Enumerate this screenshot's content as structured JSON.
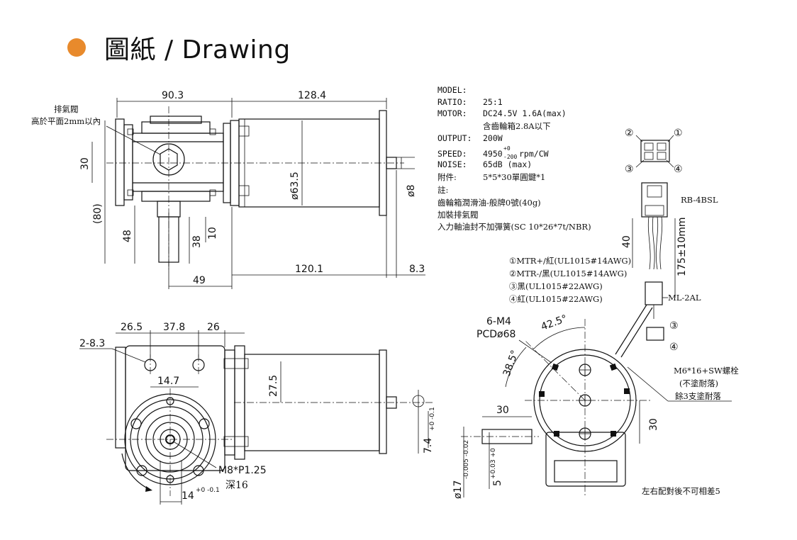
{
  "header": {
    "title": "圖紙 / Drawing",
    "bullet_color": "#e88a2c"
  },
  "specs": {
    "model": "MODEL:",
    "ratio_label": "RATIO:",
    "ratio_value": "25:1",
    "motor_label": "MOTOR:",
    "motor_value": "DC24.5V  1.6A(max)",
    "motor_value2": "含齒輪箱2.8A以下",
    "output_label": "OUTPUT:",
    "output_value": "200W",
    "speed_label": "SPEED:",
    "speed_value": "4950",
    "speed_tol_up": "+0",
    "speed_tol_down": "-200",
    "speed_unit": "rpm/CW",
    "noise_label": "NOISE:",
    "noise_value": "65dB (max)",
    "accessory_label": "附件:",
    "accessory_value": "5*5*30單圓鍵*1",
    "note_label": "註:",
    "note1": "齒輪箱潤滑油-般牌0號(40g)",
    "note2": "加裝排氣閥",
    "note3": "入力軸油封不加彈簧(SC 10*26*7t/NBR)"
  },
  "wiring": {
    "pin1": "①",
    "pin2": "②",
    "pin3": "③",
    "pin4": "④",
    "connector1": "RB-4BSL",
    "connector2": "ML-2AL",
    "wire1": "①MTR+/紅(UL1015#14AWG)",
    "wire2": "②MTR-/黑(UL1015#14AWG)",
    "wire3": "③黑(UL1015#22AWG)",
    "wire4": "④紅(UL1015#22AWG)",
    "dim_40": "40",
    "dim_175": "175±10mm"
  },
  "top_view": {
    "vent_label1": "排氣閥",
    "vent_label2": "高於平面2mm以內",
    "d_90_3": "90.3",
    "d_128_4": "128.4",
    "d_30": "30",
    "d_80": "(80)",
    "d_63_5": "ø63.5",
    "d_8": "ø8",
    "d_48": "48",
    "d_38": "38",
    "d_10": "10",
    "d_120_1": "120.1",
    "d_8_3": "8.3",
    "d_49": "49"
  },
  "front_view": {
    "d_26_5": "26.5",
    "d_37_8": "37.8",
    "d_26": "26",
    "d_2_8_3": "2-8.3",
    "d_14_7": "14.7",
    "d_27_5": "27.5",
    "d_7_4": "7.4",
    "d_7_4_tol": "+0 -0.1",
    "thread": "M8*P1.25",
    "depth": "深16",
    "d_14": "14",
    "d_14_tol": "+0 -0.1"
  },
  "side_view": {
    "bolt_circle1": "6-M4",
    "bolt_circle2": "PCDø68",
    "angle1": "42.5°",
    "angle2": "38.5°",
    "d_30a": "30",
    "d_30b": "30",
    "d_17": "ø17",
    "d_17_tol": "-0.005 -0.02",
    "d_5": "5",
    "d_5_tol": "+0.03 +0",
    "screw_note1": "M6*16+SW螺栓",
    "screw_note2": "(不塗耐落)",
    "screw_note3": "餘3支塗耐落",
    "side_note": "左右配對後不可相差5"
  }
}
